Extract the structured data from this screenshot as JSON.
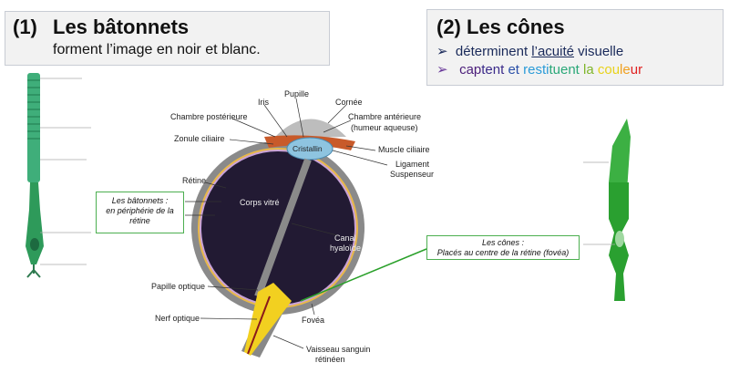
{
  "rods": {
    "number": "(1)",
    "title": "Les bâtonnets",
    "subtitle": "forment l’image en noir et blanc."
  },
  "cones": {
    "title": "(2) Les cônes",
    "bullet_icon": "arrow-bullet",
    "bullet1": {
      "pre": "déterminent ",
      "underlined": "l’acuité",
      "post": " visuelle"
    },
    "bullet2": [
      {
        "text": "cap",
        "color": "#4b1d7a"
      },
      {
        "text": "tent ",
        "color": "#3a2a8a"
      },
      {
        "text": "et ",
        "color": "#2a4fa8"
      },
      {
        "text": "resti",
        "color": "#2a9bd8"
      },
      {
        "text": "tuent ",
        "color": "#2aa878"
      },
      {
        "text": "la ",
        "color": "#7fb52a"
      },
      {
        "text": "cou",
        "color": "#e8d21a"
      },
      {
        "text": "le",
        "color": "#f0a020"
      },
      {
        "text": "ur",
        "color": "#e02020"
      }
    ]
  },
  "eye_labels": {
    "pupille": "Pupille",
    "iris": "Iris",
    "cornee": "Cornée",
    "chambre_post": "Chambre postérieure",
    "chambre_ant": "Chambre antérieure",
    "humeur": "(humeur aqueuse)",
    "zonule": "Zonule ciliaire",
    "cristallin": "Cristallin",
    "muscle": "Muscle ciliaire",
    "ligament": "Ligament",
    "suspenseur": "Suspenseur",
    "retine": "Rétine",
    "corps_vitre": "Corps vitré",
    "canal": "Canal",
    "hyaloide": "hyaloïde",
    "papille": "Papille optique",
    "nerf": "Nerf optique",
    "fovea": "Fovéa",
    "vaisseau": "Vaisseau sanguin",
    "retineen": "rétinéen"
  },
  "annotations": {
    "rods": {
      "l1": "Les bâtonnets :",
      "l2": "en périphérie de la",
      "l3": "rétine"
    },
    "cones": {
      "l1": "Les cônes :",
      "l2": "Placés au centre de la rétine (fovéa)"
    }
  },
  "colors": {
    "annotation_border": "#4caf50",
    "cell_green": "#2e9a5a",
    "cone_green": "#2aa030",
    "eye_interior": "#221a33"
  }
}
